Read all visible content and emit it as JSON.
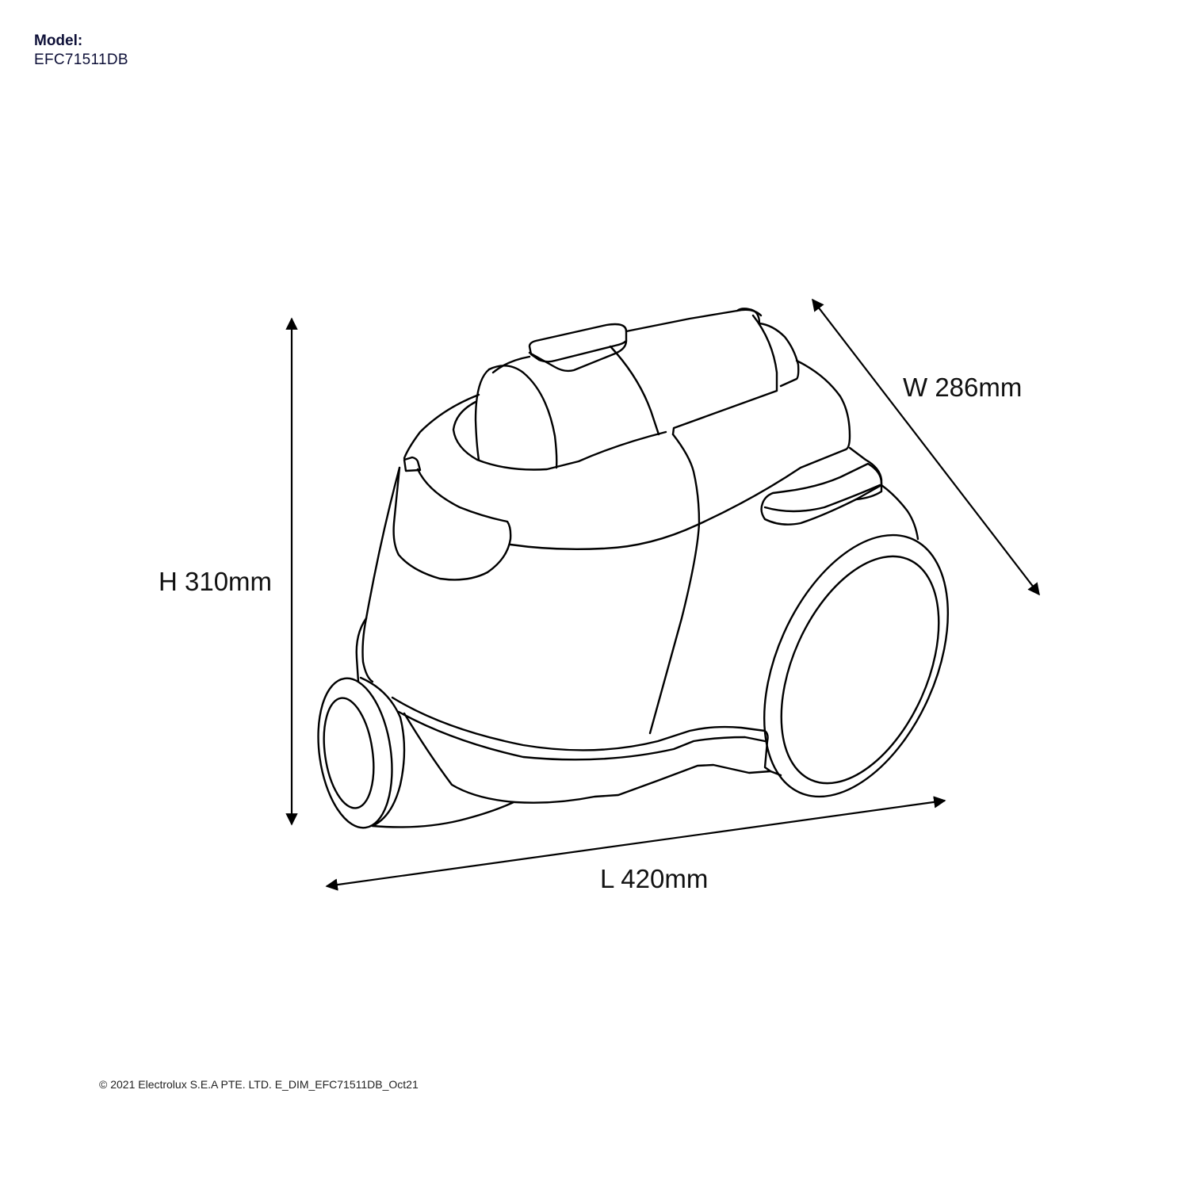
{
  "header": {
    "model_label": "Model:",
    "model_value": "EFC71511DB"
  },
  "dimensions": {
    "height": "H 310mm",
    "width": "W 286mm",
    "length": "L 420mm"
  },
  "drawing": {
    "subject": "canister vacuum cleaner line drawing",
    "stroke_color": "#000000"
  },
  "footer": {
    "copyright": "© 2021 Electrolux S.E.A PTE. LTD. E_DIM_EFC71511DB_Oct21"
  },
  "colors": {
    "model_text": "#0e1038",
    "background": "#ffffff"
  }
}
